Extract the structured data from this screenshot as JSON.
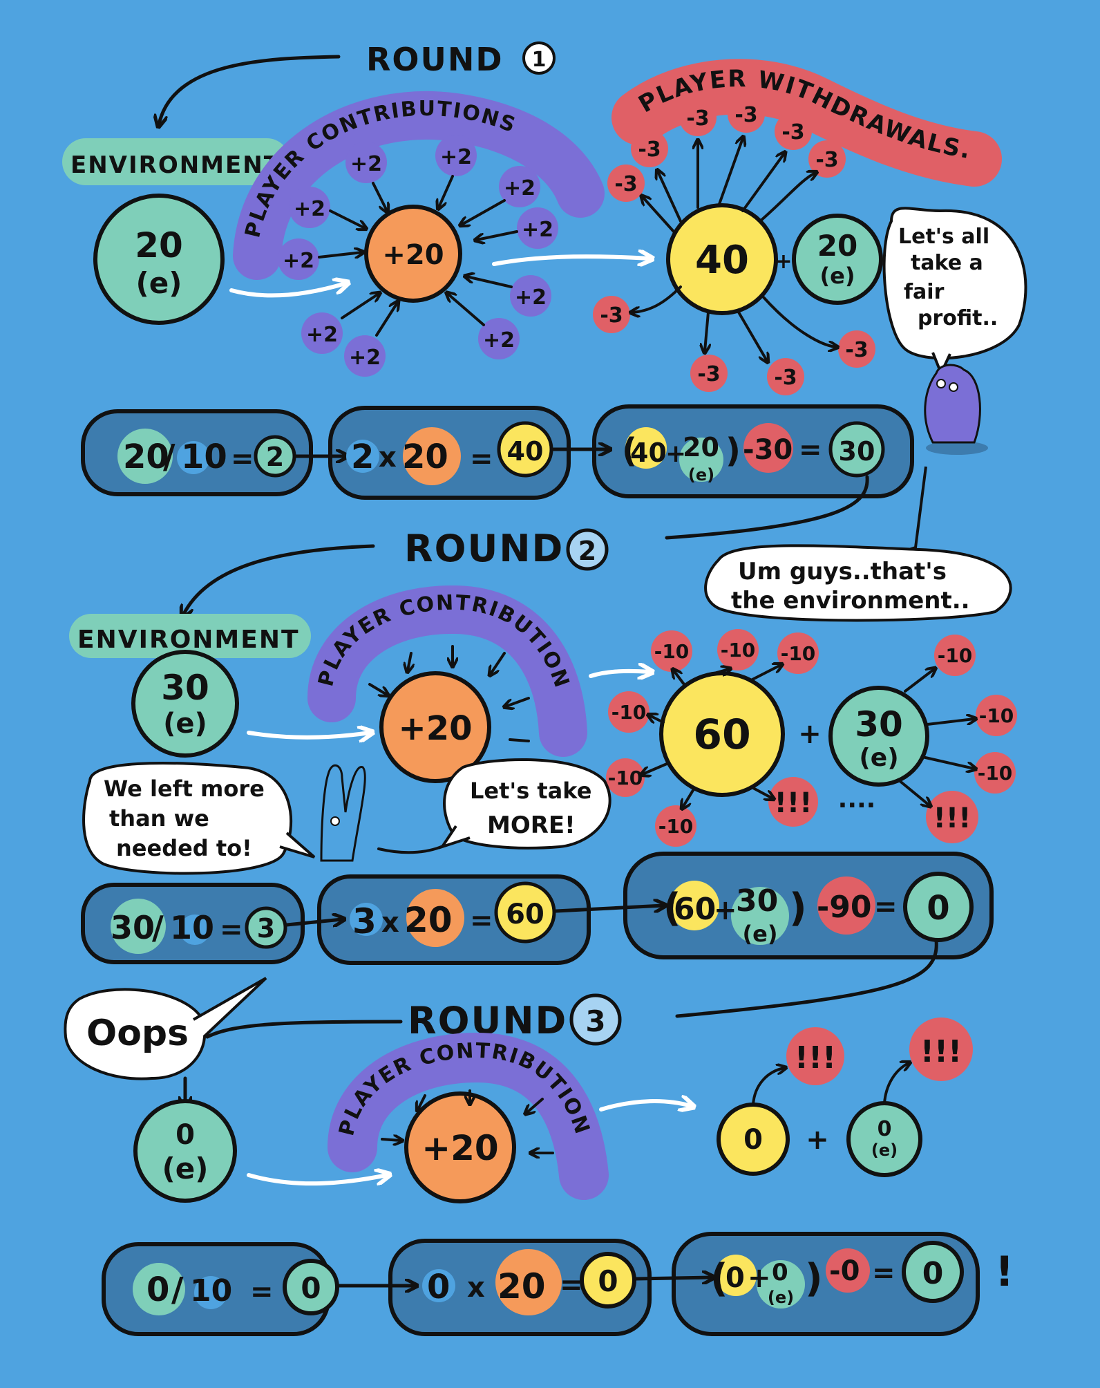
{
  "colors": {
    "background": "#4fa3e0",
    "environment": "#7fcfb9",
    "contribution_pool": "#f59a5a",
    "total_pool": "#fbe55e",
    "withdrawal": "#e06066",
    "player_band": "#7b6fd6",
    "formula_bar": "#3d7cae",
    "withdraw_band": "#e06066"
  },
  "round1": {
    "title": "ROUND",
    "number": "1",
    "environment_label": "ENVIRONMENT",
    "env_value": "20",
    "env_unit": "(e)",
    "contributions_label": "PLAYER CONTRIBUTIONS",
    "contribution_chip": "+2",
    "pool_value": "+20",
    "withdrawals_label": "PLAYER WITHDRAWALS..",
    "withdraw_chip": "-3",
    "total_value": "40",
    "plus_sign": "+",
    "env_after": "20",
    "env_after_unit": "(e)",
    "speech": [
      "Let's all",
      "take a",
      "fair",
      "profit.."
    ],
    "formula1": {
      "a": "20",
      "slash": "/",
      "b": "10",
      "eq": "=",
      "result": "2"
    },
    "formula2": {
      "a": "2",
      "times": "x",
      "b": "20",
      "eq": "=",
      "result": "40"
    },
    "formula3": {
      "open": "(",
      "a": "40",
      "plus": "+",
      "b": "20",
      "b_unit": "(e)",
      "close": ")",
      "minus": "-30",
      "eq": "=",
      "result": "30"
    }
  },
  "round2": {
    "title": "ROUND",
    "number": "2",
    "environment_label": "ENVIRONMENT",
    "env_value": "30",
    "env_unit": "(e)",
    "contributions_label": "PLAYER CONTRIBUTION",
    "pool_value": "+20",
    "withdraw_chip": "-10",
    "alarm": "!!!",
    "total_value": "60",
    "plus_sign": "+",
    "env_after": "30",
    "env_after_unit": "(e)",
    "ellipsis": "....",
    "speech_um": [
      "Um guys..that's",
      "the environment.."
    ],
    "speech_left": [
      "We left more",
      "than we",
      "needed to!"
    ],
    "speech_more": [
      "Let's take",
      "MORE!"
    ],
    "formula1": {
      "a": "30",
      "slash": "/",
      "b": "10",
      "eq": "=",
      "result": "3"
    },
    "formula2": {
      "a": "3",
      "times": "x",
      "b": "20",
      "eq": "=",
      "result": "60"
    },
    "formula3": {
      "open": "(",
      "a": "60",
      "plus": "+",
      "b": "30",
      "b_unit": "(e)",
      "close": ")",
      "minus": "-90",
      "eq": "=",
      "result": "0"
    }
  },
  "round3": {
    "title": "ROUND",
    "number": "3",
    "oops": "Oops",
    "env_value": "0",
    "env_unit": "(e)",
    "contributions_label": "PLAYER CONTRIBUTION",
    "pool_value": "+20",
    "alarm": "!!!",
    "total_value": "0",
    "plus_sign": "+",
    "env_after": "0",
    "env_after_unit": "(e)",
    "formula1": {
      "a": "0",
      "slash": "/",
      "b": "10",
      "eq": "=",
      "result": "0"
    },
    "formula2": {
      "a": "0",
      "times": "x",
      "b": "20",
      "eq": "=",
      "result": "0"
    },
    "formula3": {
      "open": "(",
      "a": "0",
      "plus": "+",
      "b": "0",
      "b_unit": "(e)",
      "close": ")",
      "minus": "-0",
      "eq": "=",
      "result": "0"
    },
    "exclaim": "!"
  }
}
